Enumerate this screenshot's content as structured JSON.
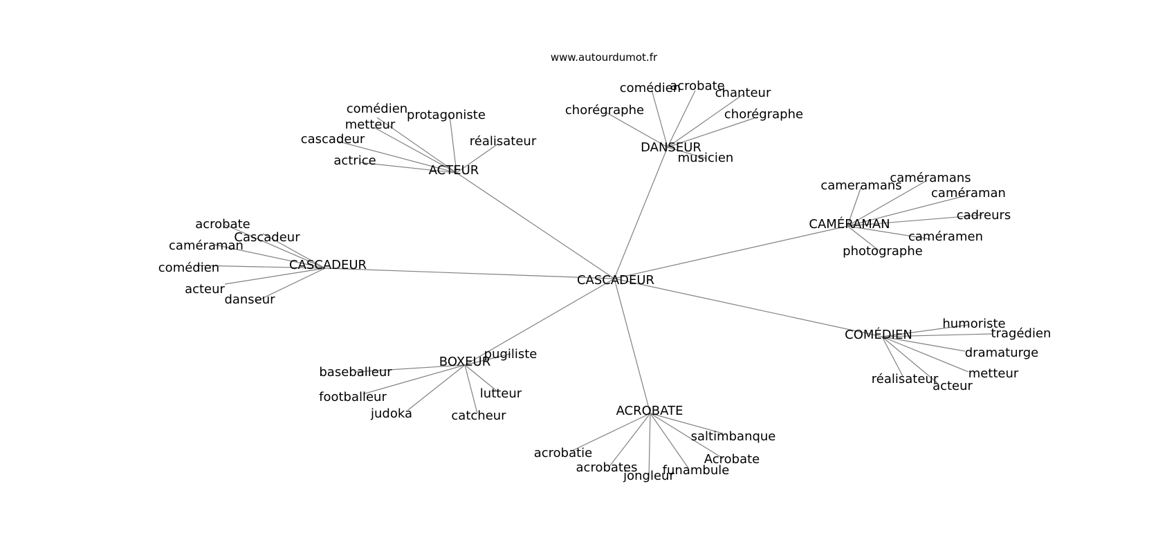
{
  "site": "www.autourdumot.fr",
  "center": "CASCADEUR",
  "hubs": [
    {
      "id": "acteur",
      "label": "ACTEUR",
      "children": [
        "comédien",
        "protagoniste",
        "metteur",
        "cascadeur",
        "réalisateur",
        "actrice"
      ]
    },
    {
      "id": "danseur",
      "label": "DANSEUR",
      "children": [
        "comédien",
        "acrobate",
        "chanteur",
        "chorégraphe",
        "chorégraphe",
        "musicien"
      ]
    },
    {
      "id": "cameraman",
      "label": "CAMÉRAMAN",
      "children": [
        "cameramans",
        "caméramans",
        "caméraman",
        "cadreurs",
        "caméramen",
        "photographe"
      ]
    },
    {
      "id": "cascadeur",
      "label": "CASCADEUR",
      "children": [
        "acrobate",
        "Cascadeur",
        "caméraman",
        "comédien",
        "acteur",
        "danseur"
      ]
    },
    {
      "id": "comedien",
      "label": "COMÉDIEN",
      "children": [
        "humoriste",
        "tragédien",
        "dramaturge",
        "metteur",
        "réalisateur",
        "acteur"
      ]
    },
    {
      "id": "boxeur",
      "label": "BOXEUR",
      "children": [
        "pugiliste",
        "baseballeur",
        "footballeur",
        "lutteur",
        "judoka",
        "catcheur"
      ]
    },
    {
      "id": "acrobate",
      "label": "ACROBATE",
      "children": [
        "saltimbanque",
        "Acrobate",
        "acrobatie",
        "acrobates",
        "funambule",
        "jongleur"
      ]
    }
  ]
}
